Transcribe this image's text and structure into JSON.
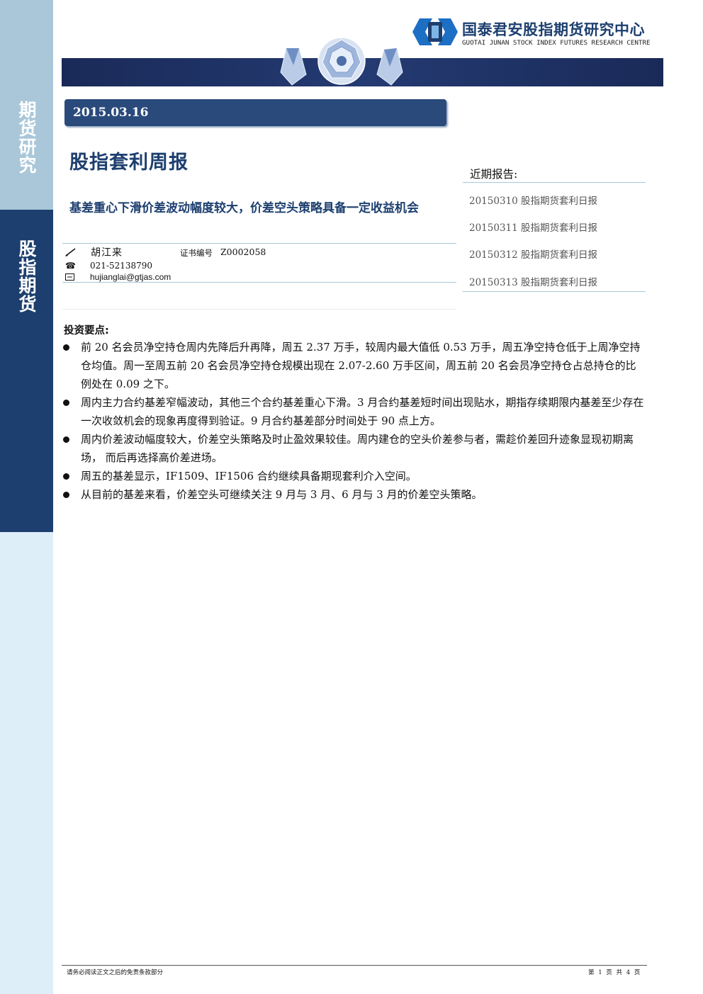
{
  "sidebar": {
    "label_top": "期货研究",
    "label_bottom": "股指期货"
  },
  "header": {
    "company_cn": "国泰君安股指期货研究中心",
    "company_en": "GUOTAI JUNAN STOCK INDEX FUTURES RESEARCH CENTRE",
    "logo_icon": "guotai-junan-logo",
    "brand_colors": {
      "navy": "#1d3f6f",
      "banner": "#1d2e5f",
      "light_blue": "#a9c7d9"
    }
  },
  "report": {
    "date": "2015.03.16",
    "title": "股指套利周报",
    "subtitle": "基差重心下滑价差波动幅度较大，价差空头策略具备一定收益机会"
  },
  "author": {
    "name": "胡江来",
    "license_label": "证书编号",
    "license_no": "Z0002058",
    "phone": "021-52138790",
    "email": "hujianglai@gtjas.com"
  },
  "recent": {
    "title": "近期报告:",
    "items": [
      "20150310 股指期货套利日报",
      "20150311 股指期货套利日报",
      "20150312 股指期货套利日报",
      "20150313 股指期货套利日报"
    ]
  },
  "key_points": {
    "title": "投资要点:",
    "items": [
      "前 20 名会员净空持仓周内先降后升再降，周五 2.37 万手，较周内最大值低 0.53 万手，周五净空持仓低于上周净空持仓均值。周一至周五前 20 名会员净空持仓规模出现在 2.07-2.60 万手区间，周五前 20 名会员净空持仓占总持仓的比例处在 0.09 之下。",
      "周内主力合约基差窄幅波动，其他三个合约基差重心下滑。3 月合约基差短时间出现贴水，期指存续期限内基差至少存在一次收敛机会的现象再度得到验证。9 月合约基差部分时间处于 90 点上方。",
      "周内价差波动幅度较大，价差空头策略及时止盈效果较佳。周内建仓的空头价差参与者，需趁价差回升迹象显现初期离场， 而后再选择高价差进场。",
      "周五的基差显示，IF1509、IF1506 合约继续具备期现套利介入空间。",
      "从目前的基差来看，价差空头可继续关注 9 月与 3 月、6 月与 3 月的价差空头策略。"
    ]
  },
  "footer": {
    "disclaimer": "请务必阅读正文之后的免责条款部分",
    "page": "第 1 页 共 4 页"
  }
}
